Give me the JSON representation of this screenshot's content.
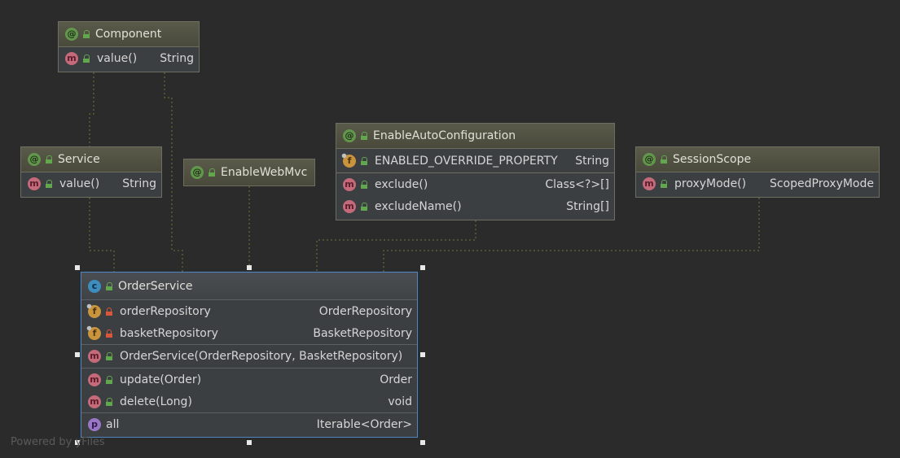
{
  "nodes": {
    "component": {
      "title": "Component",
      "members": [
        {
          "name": "value()",
          "type": "String"
        }
      ]
    },
    "service": {
      "title": "Service",
      "members": [
        {
          "name": "value()",
          "type": "String"
        }
      ]
    },
    "enablewebmvc": {
      "title": "EnableWebMvc"
    },
    "enableautoconfiguration": {
      "title": "EnableAutoConfiguration",
      "fields": [
        {
          "name": "ENABLED_OVERRIDE_PROPERTY",
          "type": "String"
        }
      ],
      "members": [
        {
          "name": "exclude()",
          "type": "Class<?>[]"
        },
        {
          "name": "excludeName()",
          "type": "String[]"
        }
      ]
    },
    "sessionscope": {
      "title": "SessionScope",
      "members": [
        {
          "name": "proxyMode()",
          "type": "ScopedProxyMode"
        }
      ]
    },
    "orderservice": {
      "title": "OrderService",
      "fields": [
        {
          "name": "orderRepository",
          "type": "OrderRepository"
        },
        {
          "name": "basketRepository",
          "type": "BasketRepository"
        }
      ],
      "constructor": "OrderService(OrderRepository, BasketRepository)",
      "methods": [
        {
          "name": "update(Order)",
          "type": "Order"
        },
        {
          "name": "delete(Long)",
          "type": "void"
        }
      ],
      "properties": [
        {
          "name": "all",
          "type": "Iterable<Order>"
        }
      ]
    }
  },
  "icons": {
    "annotation": "at-icon",
    "method": "method-icon",
    "field": "field-icon",
    "class": "class-icon",
    "property": "property-icon",
    "public": "public-visibility-icon",
    "private": "private-visibility-icon"
  },
  "colors": {
    "background": "#2b2b2b",
    "edge": "#6d7a3a",
    "selection": "#4a88c7"
  },
  "watermark": "Powered by yFiles"
}
